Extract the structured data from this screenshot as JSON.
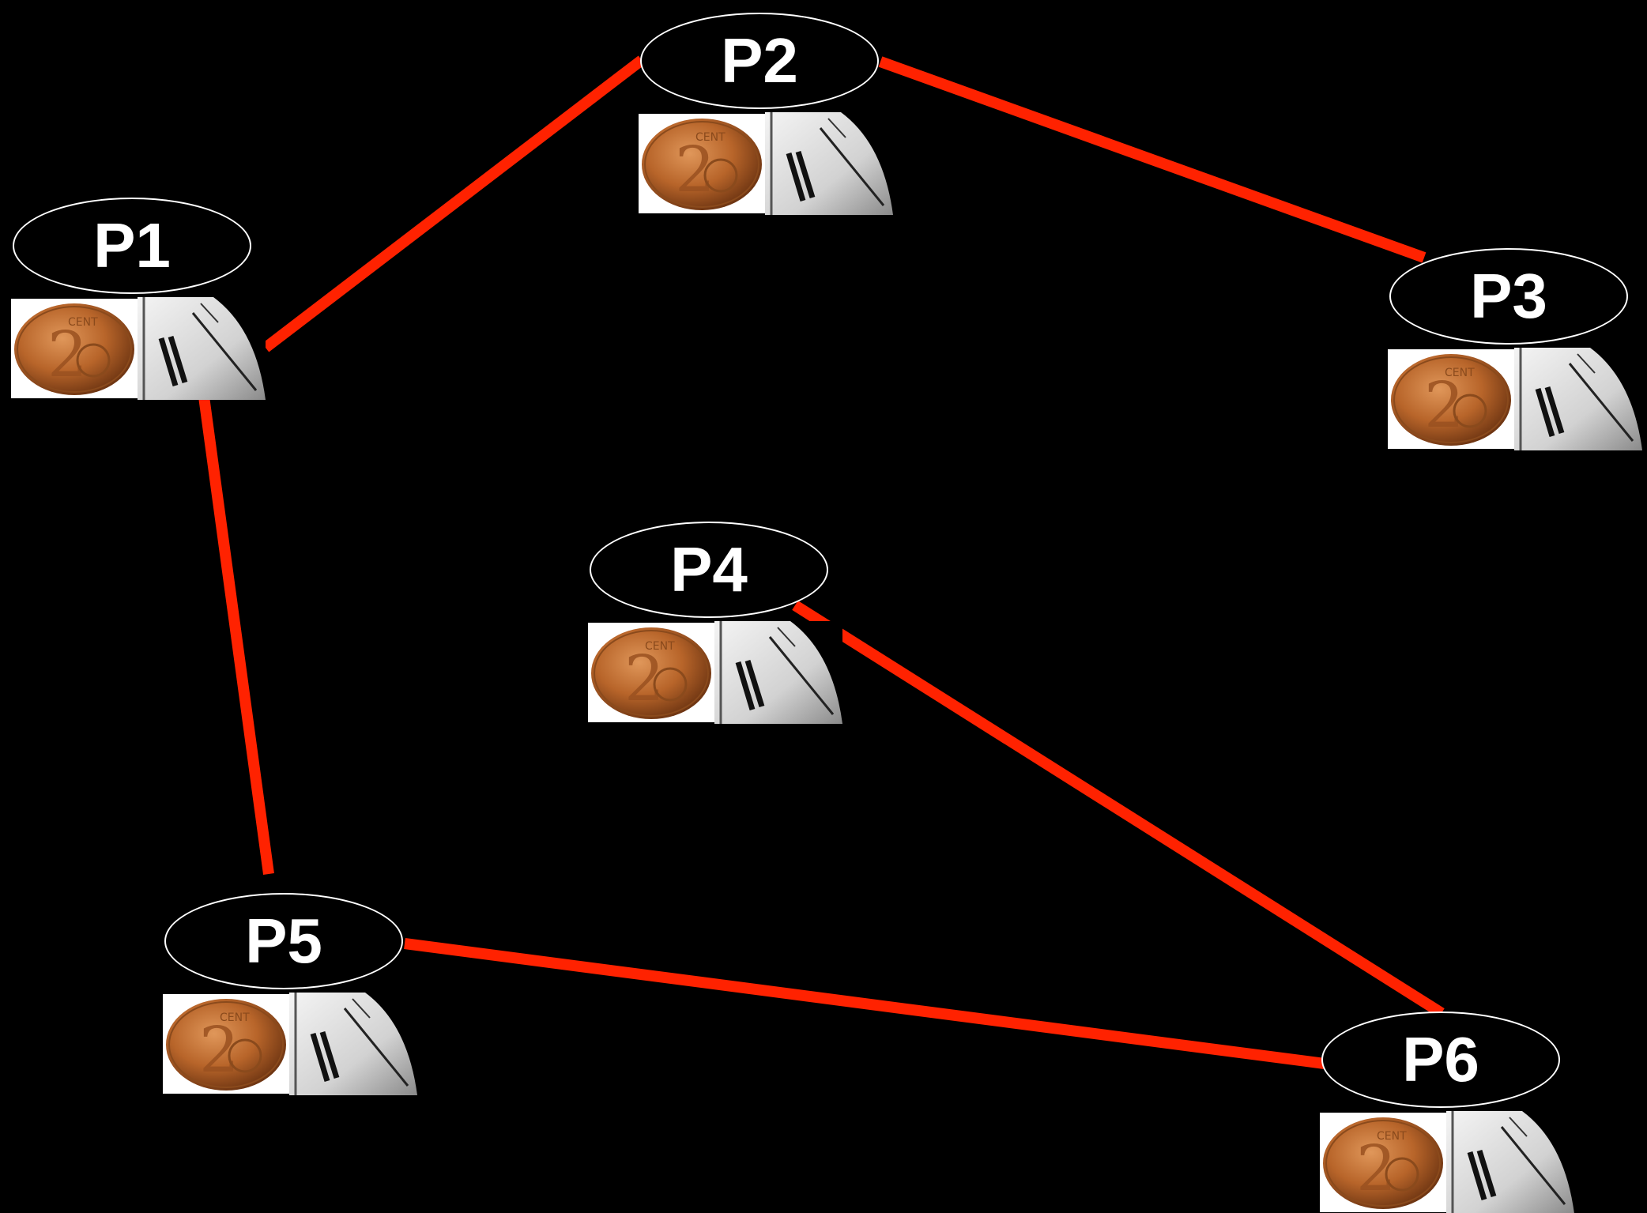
{
  "diagram": {
    "nodes": [
      {
        "id": "P1",
        "label": "P1"
      },
      {
        "id": "P2",
        "label": "P2"
      },
      {
        "id": "P3",
        "label": "P3"
      },
      {
        "id": "P4",
        "label": "P4"
      },
      {
        "id": "P5",
        "label": "P5"
      },
      {
        "id": "P6",
        "label": "P6"
      }
    ],
    "edges": [
      {
        "from": "P1",
        "to": "P2"
      },
      {
        "from": "P2",
        "to": "P3"
      },
      {
        "from": "P1",
        "to": "P5"
      },
      {
        "from": "P5",
        "to": "P6"
      },
      {
        "from": "P4",
        "to": "P6"
      }
    ],
    "node_icons": [
      "coin-icon",
      "clock-icon"
    ],
    "colors": {
      "background": "#000000",
      "edge": "#ff2200",
      "node_fill": "#000000",
      "node_outline": "#ffffff",
      "label": "#ffffff",
      "coin": "#b8652a"
    }
  }
}
